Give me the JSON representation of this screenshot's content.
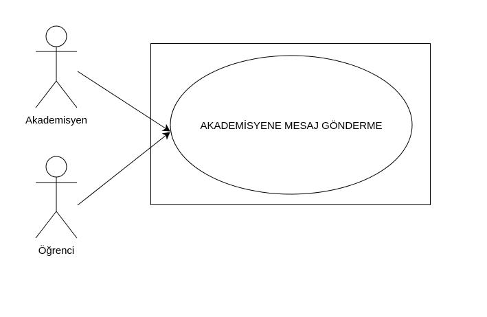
{
  "diagram": {
    "use_case": {
      "label": "AKADEMİSYENE MESAJ GÖNDERME"
    },
    "actors": [
      {
        "label": "Akademisyen"
      },
      {
        "label": "Öğrenci"
      }
    ]
  },
  "colors": {
    "stroke": "#000000",
    "fill": "#ffffff",
    "background": "#ffffff"
  }
}
